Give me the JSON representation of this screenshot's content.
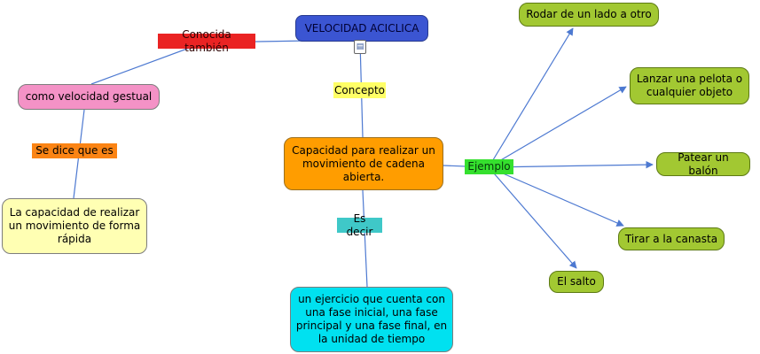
{
  "nodes": {
    "velocidad": {
      "label": "VELOCIDAD ACICLICA"
    },
    "conocida": {
      "label": "Conocida también"
    },
    "gestual": {
      "label": "como velocidad gestual"
    },
    "sedice": {
      "label": "Se dice que es"
    },
    "rapida": {
      "label": "La capacidad de realizar un movimiento de forma rápida"
    },
    "concepto": {
      "label": "Concepto"
    },
    "cadena": {
      "label": "Capacidad para realizar un movimiento de cadena abierta."
    },
    "esdecir": {
      "label": "Es decir"
    },
    "ejercicio": {
      "label": "un ejercicio que cuenta con una fase inicial, una fase principal y una fase final, en la unidad de tiempo"
    },
    "ejemplo": {
      "label": "Ejemplo"
    },
    "rodar": {
      "label": "Rodar de un lado a otro"
    },
    "lanzar": {
      "label": "Lanzar una pelota o cualquier objeto"
    },
    "patear": {
      "label": "Patear un balón"
    },
    "tirar": {
      "label": "Tirar a la canasta"
    },
    "salto": {
      "label": "El salto"
    }
  },
  "icons": {
    "resource": "▤"
  },
  "palette": {
    "edge_line": "#4d79d1",
    "velocidad_bg": "#3b55d2",
    "conocida_bg": "#ea2323",
    "gestual_bg": "#f492c6",
    "sedice_bg": "#fb8414",
    "rapida_bg": "#ffffb3",
    "concepto_bg": "#ffff66",
    "cadena_bg": "#ff9d00",
    "esdecir_bg": "#3fc8c8",
    "ejercicio_bg": "#00e1f0",
    "ejemplo_bg": "#35e02e",
    "example_green_bg": "#a2c832"
  }
}
